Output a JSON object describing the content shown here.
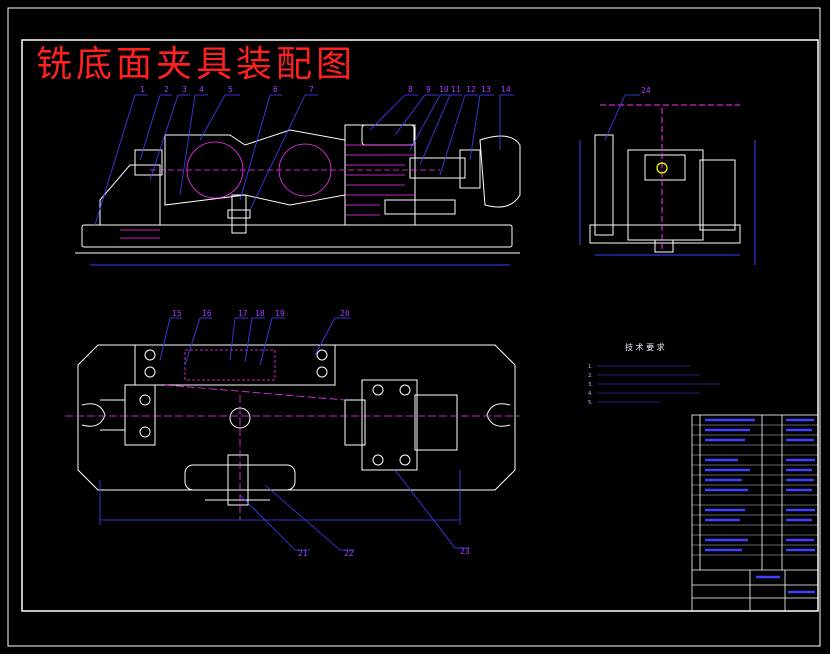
{
  "drawing": {
    "title": "铣底面夹具装配图",
    "tech_requirements": {
      "heading": "技 术 要 求",
      "notes": [
        "1.",
        "2.",
        "3.",
        "4.",
        "5."
      ]
    },
    "front_view_labels": [
      "1",
      "2",
      "3",
      "4",
      "5",
      "6",
      "7",
      "8",
      "9",
      "10",
      "11",
      "12",
      "13",
      "14"
    ],
    "side_view_labels": [
      "24"
    ],
    "top_view_labels": [
      "15",
      "16",
      "17",
      "18",
      "19",
      "20",
      "21",
      "22",
      "23"
    ]
  },
  "colors": {
    "background": "#000000",
    "outline": "#ffffff",
    "leader": "#4040ff",
    "section": "#ff30ff",
    "title": "#ff2020",
    "accent": "#ffff00"
  }
}
